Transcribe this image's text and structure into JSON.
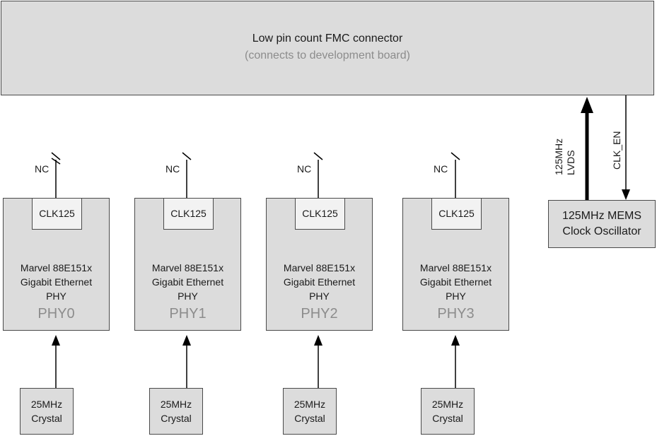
{
  "fmc": {
    "title": "Low pin count FMC connector",
    "subtitle": "(connects to development board)"
  },
  "phys": [
    {
      "clk": "CLK125",
      "line1": "Marvel 88E151x",
      "line2": "Gigabit Ethernet",
      "line3": "PHY",
      "name": "PHY0",
      "nc": "NC"
    },
    {
      "clk": "CLK125",
      "line1": "Marvel 88E151x",
      "line2": "Gigabit Ethernet",
      "line3": "PHY",
      "name": "PHY1",
      "nc": "NC"
    },
    {
      "clk": "CLK125",
      "line1": "Marvel 88E151x",
      "line2": "Gigabit Ethernet",
      "line3": "PHY",
      "name": "PHY2",
      "nc": "NC"
    },
    {
      "clk": "CLK125",
      "line1": "Marvel 88E151x",
      "line2": "Gigabit Ethernet",
      "line3": "PHY",
      "name": "PHY3",
      "nc": "NC"
    }
  ],
  "crystals": [
    {
      "line1": "25MHz",
      "line2": "Crystal"
    },
    {
      "line1": "25MHz",
      "line2": "Crystal"
    },
    {
      "line1": "25MHz",
      "line2": "Crystal"
    },
    {
      "line1": "25MHz",
      "line2": "Crystal"
    }
  ],
  "oscillator": {
    "line1": "125MHz MEMS",
    "line2": "Clock Oscillator"
  },
  "signals": {
    "lvds_line1": "125MHz",
    "lvds_line2": "LVDS",
    "clk_en": "CLK_EN"
  },
  "colors": {
    "box_fill": "#dcdcdc",
    "clk_fill": "#f2f2f2",
    "muted_text": "#8c8c8c",
    "line": "#000000"
  }
}
